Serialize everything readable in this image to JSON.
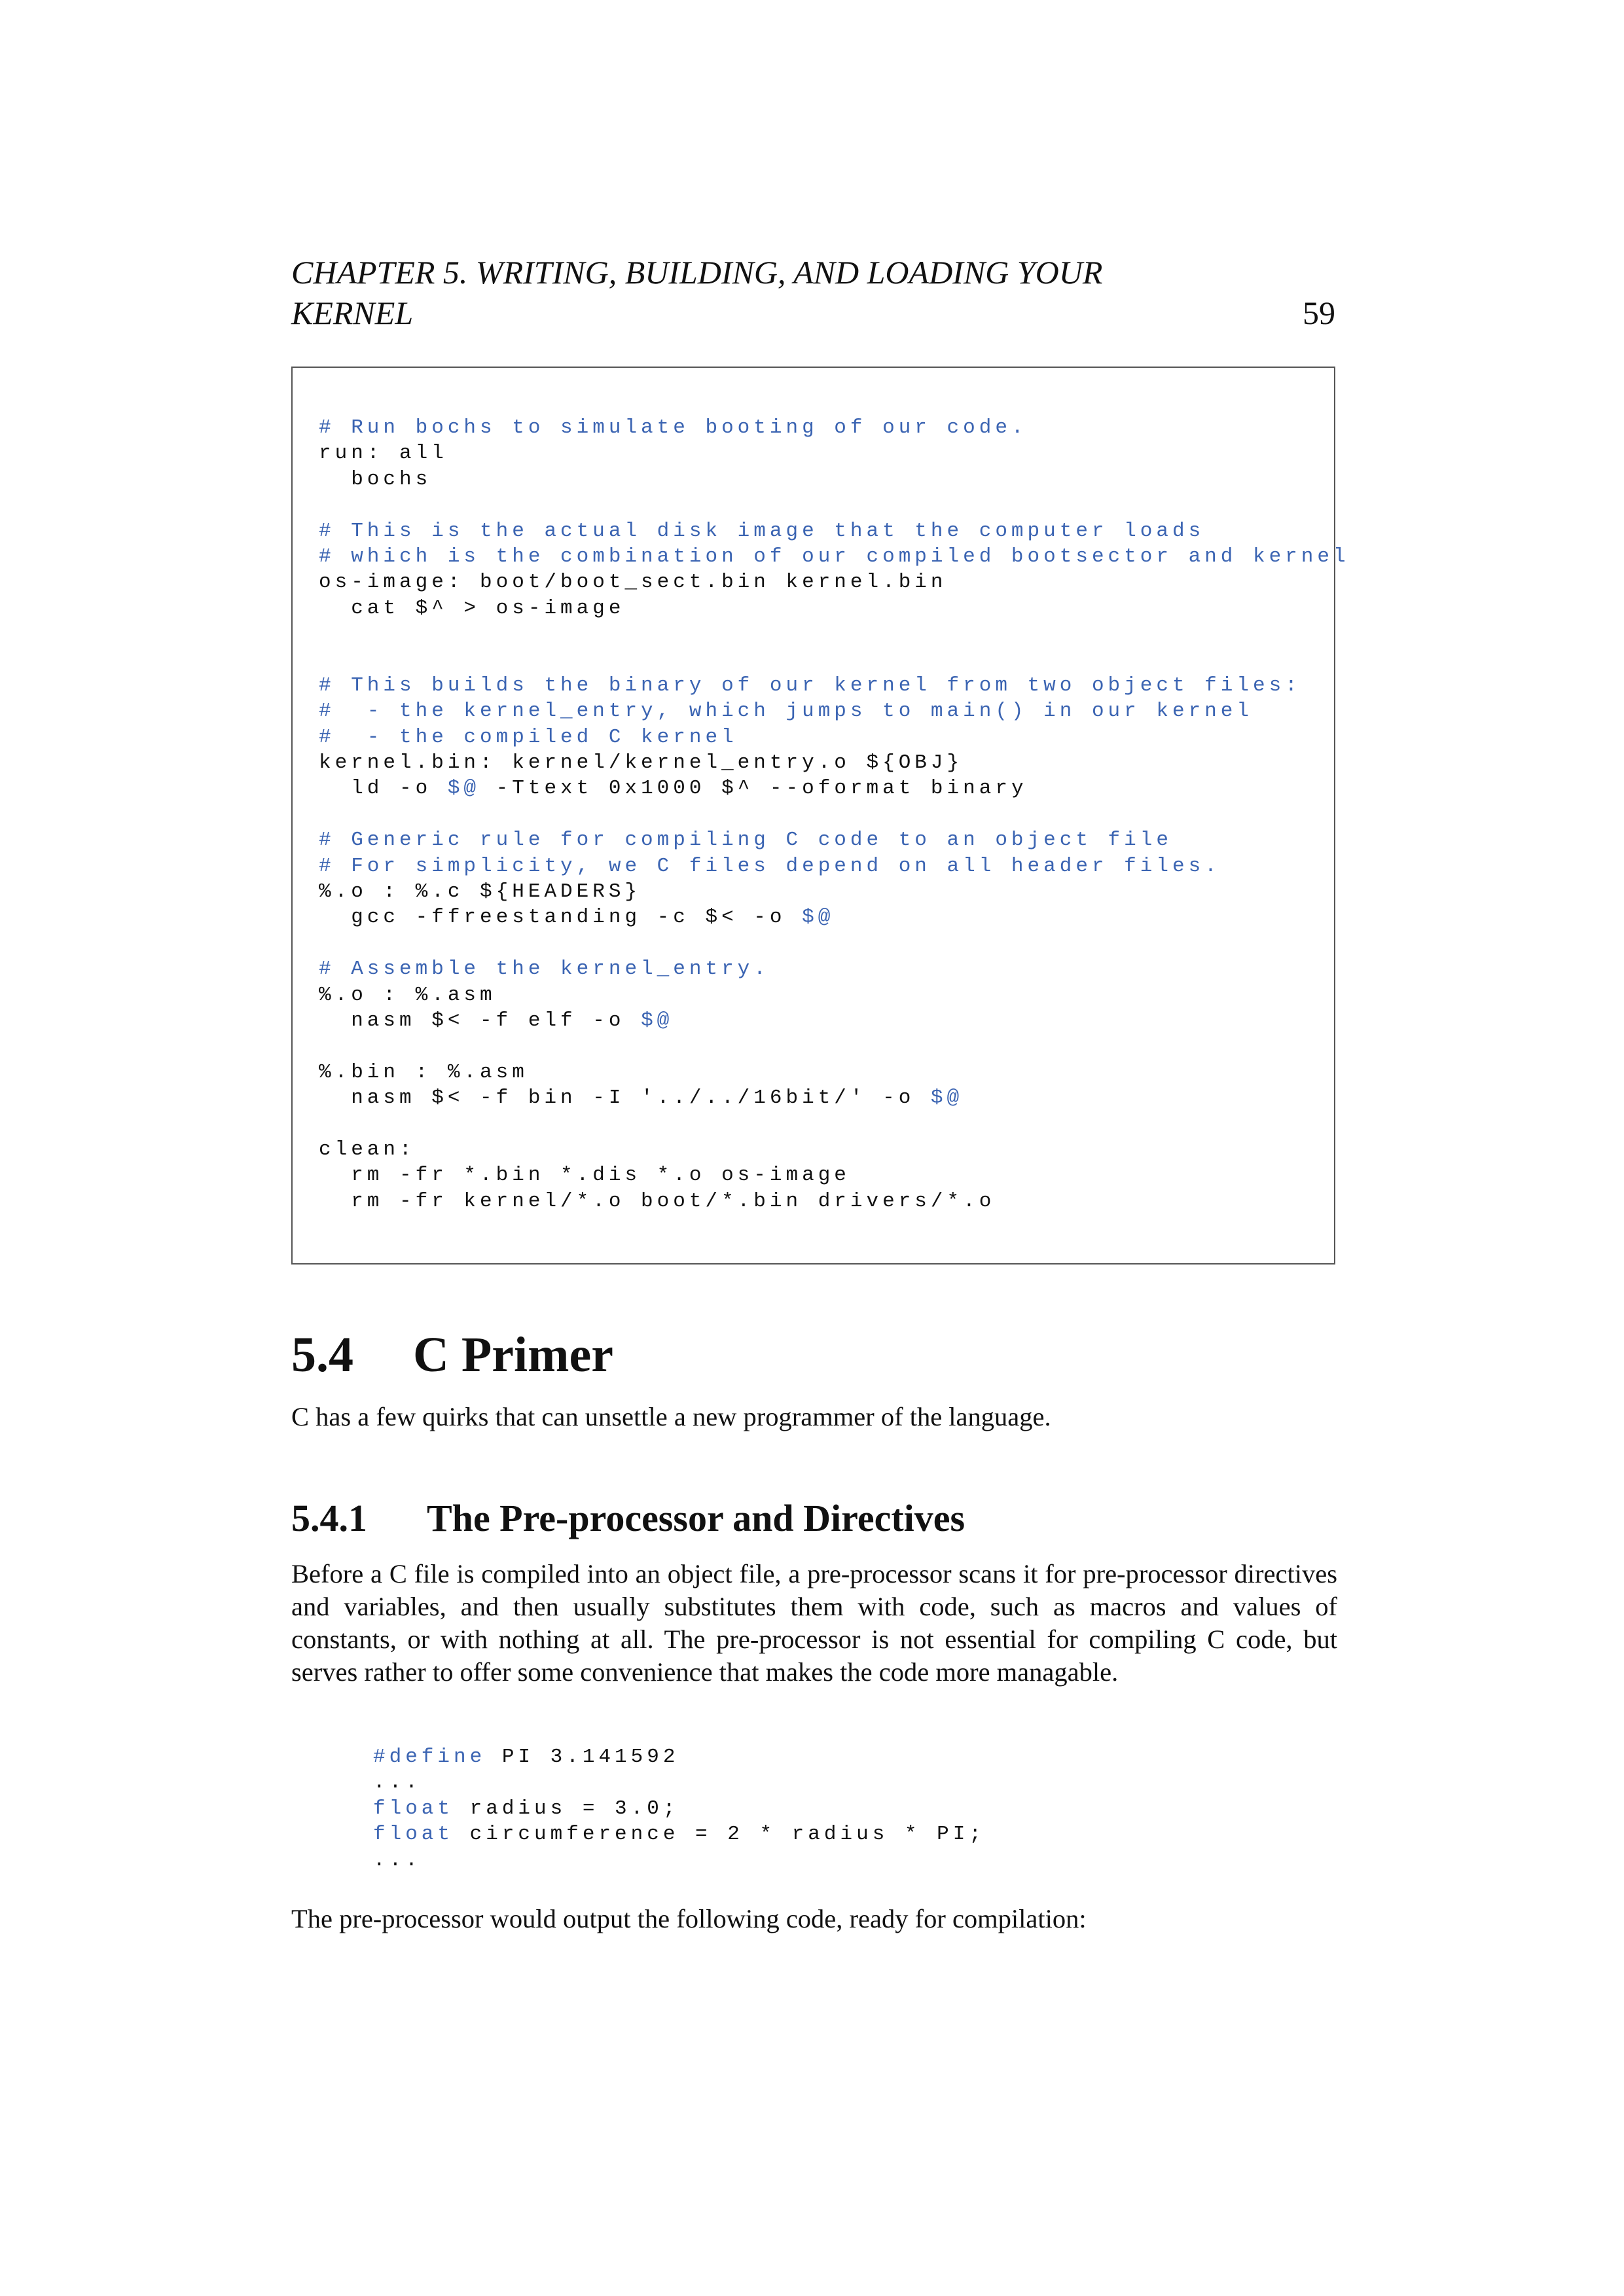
{
  "header": {
    "running_title_line1": "CHAPTER 5.   WRITING, BUILDING, AND LOADING YOUR",
    "running_title_line2": "KERNEL",
    "page_number": "59"
  },
  "makefile_code": [
    {
      "text": "# Run bochs to simulate booting of our code.",
      "comment": true
    },
    {
      "text": "run: all",
      "comment": false
    },
    {
      "text": "  bochs",
      "comment": false
    },
    {
      "text": "",
      "comment": false
    },
    {
      "text": "# This is the actual disk image that the computer loads",
      "comment": true
    },
    {
      "text": "# which is the combination of our compiled bootsector and kernel",
      "comment": true
    },
    {
      "text": "os-image: boot/boot_sect.bin kernel.bin",
      "comment": false
    },
    {
      "text": "  cat $^ > os-image",
      "comment": false
    },
    {
      "text": "",
      "comment": false
    },
    {
      "text": "",
      "comment": false
    },
    {
      "text": "# This builds the binary of our kernel from two object files:",
      "comment": true
    },
    {
      "text": "#  - the kernel_entry, which jumps to main() in our kernel",
      "comment": true
    },
    {
      "text": "#  - the compiled C kernel",
      "comment": true
    },
    {
      "text": "kernel.bin: kernel/kernel_entry.o ${OBJ}",
      "comment": false
    },
    {
      "text": "  ld -o ",
      "comment": false,
      "tail_kw": "$@",
      "tail": " -Ttext 0x1000 $^ --oformat binary"
    },
    {
      "text": "",
      "comment": false
    },
    {
      "text": "# Generic rule for compiling C code to an object file",
      "comment": true
    },
    {
      "text": "# For simplicity, we C files depend on all header files.",
      "comment": true
    },
    {
      "text": "%.o : %.c ${HEADERS}",
      "comment": false
    },
    {
      "text": "  gcc -ffreestanding -c $< -o ",
      "comment": false,
      "tail_kw": "$@",
      "tail": ""
    },
    {
      "text": "",
      "comment": false
    },
    {
      "text": "# Assemble the kernel_entry.",
      "comment": true
    },
    {
      "text": "%.o : %.asm",
      "comment": false
    },
    {
      "text": "  nasm $< -f elf -o ",
      "comment": false,
      "tail_kw": "$@",
      "tail": ""
    },
    {
      "text": "",
      "comment": false
    },
    {
      "text": "%.bin : %.asm",
      "comment": false
    },
    {
      "text": "  nasm $< -f bin -I '../../16bit/' -o ",
      "comment": false,
      "tail_kw": "$@",
      "tail": ""
    },
    {
      "text": "",
      "comment": false
    },
    {
      "text": "clean:",
      "comment": false
    },
    {
      "text": "  rm -fr *.bin *.dis *.o os-image",
      "comment": false
    },
    {
      "text": "  rm -fr kernel/*.o boot/*.bin drivers/*.o",
      "comment": false
    }
  ],
  "section": {
    "number": "5.4",
    "title": "C Primer",
    "intro": "C has a few quirks that can unsettle a new programmer of the language."
  },
  "subsection": {
    "number": "5.4.1",
    "title": "The Pre-processor and Directives",
    "body": "Before a C file is compiled into an object file, a pre-processor scans it for pre-processor directives and variables, and then usually substitutes them with code, such as macros and values of constants, or with nothing at all. The pre-processor is not essential for compiling C code, but serves rather to offer some convenience that makes the code more managable."
  },
  "example_code": [
    {
      "kw": "#define",
      "rest": " PI 3.141592"
    },
    {
      "kw": "",
      "rest": "..."
    },
    {
      "kw": "float",
      "rest": " radius = 3.0;"
    },
    {
      "kw": "float",
      "rest": " circumference = 2 * radius * PI;"
    },
    {
      "kw": "",
      "rest": "..."
    }
  ],
  "closing_text": "The pre-processor would output the following code, ready for compilation:"
}
